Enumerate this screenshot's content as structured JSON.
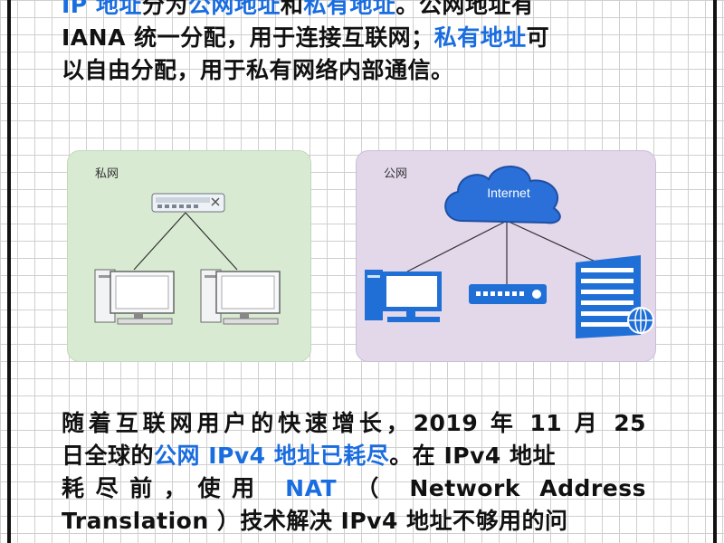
{
  "paragraph1": {
    "line1": [
      "IP ",
      "地址",
      "分为",
      "公网地址",
      "和",
      "私有地址",
      "。公网地址有"
    ],
    "line2": [
      "IANA 统一分配，用于连接互联网；",
      "私有地址",
      "可"
    ],
    "line3": "以自由分配，用于私有网络内部通信。"
  },
  "diagram": {
    "private_label": "私网",
    "public_label": "公网",
    "cloud_label": "Internet"
  },
  "paragraph2": {
    "line1": "随着互联网用户的快速增长，2019 年 11 月 25",
    "line2": [
      "日全球的",
      "公网 IPv4 地址已耗尽",
      "。在 IPv4 地址"
    ],
    "line3": [
      "耗尽前，使用",
      "NAT",
      "（ Network Address"
    ],
    "line4": "Translation ）技术解决 IPv4 地址不够用的问"
  },
  "colors": {
    "highlight": "#1a6de0",
    "private_bg": "#d9ead3",
    "public_bg": "#e3d7ea",
    "device_blue": "#1f6fd6"
  }
}
